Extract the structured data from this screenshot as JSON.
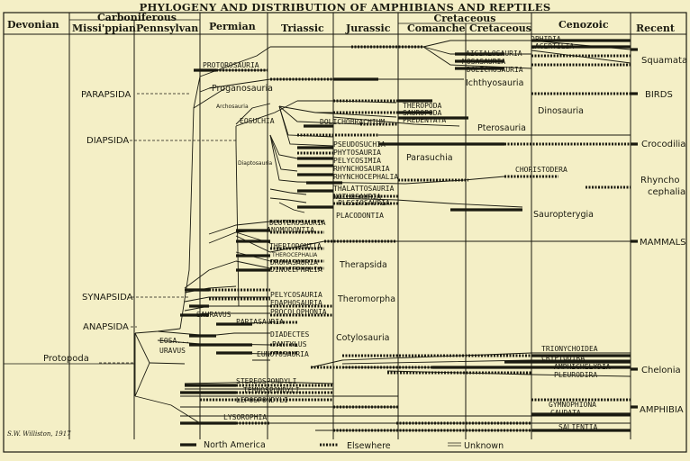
{
  "title": "PHYLOGENY AND DISTRIBUTION OF AMPHIBIANS AND REPTILES",
  "periods": {
    "devonian": "Devonian",
    "carboniferous": "Carboniferous",
    "mississippian": "Missi'ppian",
    "pennsylvanian": "Pennsylvan",
    "permian": "Permian",
    "triassic": "Triassic",
    "jurassic": "Jurassic",
    "cretaceous": "Cretaceous",
    "comanche": "Comanche",
    "cretaceous_sub": "Cretaceous",
    "cenozoic": "Cenozoic",
    "recent": "Recent"
  },
  "subclasses": {
    "parapsida": "PARAPSIDA",
    "diapsida": "DIAPSIDA",
    "synapsida": "SYNAPSIDA",
    "anapsida": "ANAPSIDA",
    "protopoda": "Protopoda"
  },
  "groups": {
    "ophidia": "OPHIDIA",
    "lacertilia": "LACERTILIA",
    "aigialosauria": "AIGIALOSAURIA",
    "mosasauria": "MOSASAURIA",
    "dolichosauria": "DOLICHOSAURIA",
    "protorosauria": "PROTOROSAURIA",
    "proganosauria": "Proganosauria",
    "ichthyosauria": "Ichthyosauria",
    "archosauria": "Archosauria",
    "eosuchia": "EOSUCHIA",
    "theropoda": "THEROPODA",
    "sauropoda": "SAUROPODA",
    "predentata": "PREDENTATA",
    "dinosauria": "Dinosauria",
    "dolichobrachium": "DOLICHOBRACHIUM",
    "pterosauria": "Pterosauria",
    "pseudosuchia": "PSEUDOSUCHIA",
    "phytosauria": "PHYTOSAURIA",
    "pelycosimia": "PELYCOSIMIA",
    "rhynchosauria": "RHYNCHOSAURIA",
    "rhynchocephalia": "RHYNCHOCEPHALIA",
    "parasuchia": "Parasuchia",
    "choristodera": "CHORISTODERA",
    "diaptosauria": "Diaptosauria",
    "thalattosauria": "THALATTOSAURIA",
    "nothosauria": "NOTHOSAURIA",
    "plesiosauria": "PLESIOSAURIA",
    "placodontia": "PLACODONTIA",
    "sauropterygia": "Sauropterygia",
    "deuterosauria": "DEUTEROSAURIA",
    "anomodontia": "ANOMODONTIA",
    "theriodontia": "THERIODONTIA",
    "therocephalia": "THEROCEPHALIA",
    "dromasauria": "DROMASAURIA",
    "dinocephalia": "DINOCEPHALIA",
    "therapsida": "Therapsida",
    "pelycosauria": "PELYCOSAURIA",
    "edaphosauria": "EDAPHOSAURIA",
    "procolophonia": "PROCOLOPHONIA",
    "theromorpha": "Theromorpha",
    "sauravus": "SAURAVUS",
    "pariasauria": "PARIASAURIA",
    "diadectes": "DIADECTES",
    "pantylus": "PANTYLUS",
    "eunotosauria": "EUNOTOSAURIA",
    "cotylosauria": "Cotylosauria",
    "eosauravus": "EOSA...",
    "uravus": "URAVUS",
    "trionychoidea": "TRIONYCHOIDEA",
    "cryptodira": "CRYPTODIRA",
    "amphichelydia": "AMPHICHELYDIA",
    "pleurodira": "PLEURODIRA",
    "stereospondyli": "STEREOSPONDYLI",
    "temnospondyli": "TEMNOSPONDYLI",
    "lepospondyli": "LEPOSPONDYLI",
    "lysorophia": "LYSOROPHIA",
    "gymnophiona": "GYMNOPHIONA",
    "caudata": "CAUDATA",
    "salientia": "SALIENTIA"
  },
  "right_labels": {
    "squamata": "Squamata",
    "birds": "BIRDS",
    "crocodilia": "Crocodilia",
    "rhyncho1": "Rhyncho",
    "rhyncho2": "cephalia",
    "mammals": "MAMMALS",
    "chelonia": "Chelonia",
    "amphibia": "AMPHIBIA"
  },
  "legend": {
    "north_america": "North America",
    "elsewhere": "Elsewhere",
    "unknown": "Unknown"
  },
  "signature": "S.W. Williston, 1917"
}
